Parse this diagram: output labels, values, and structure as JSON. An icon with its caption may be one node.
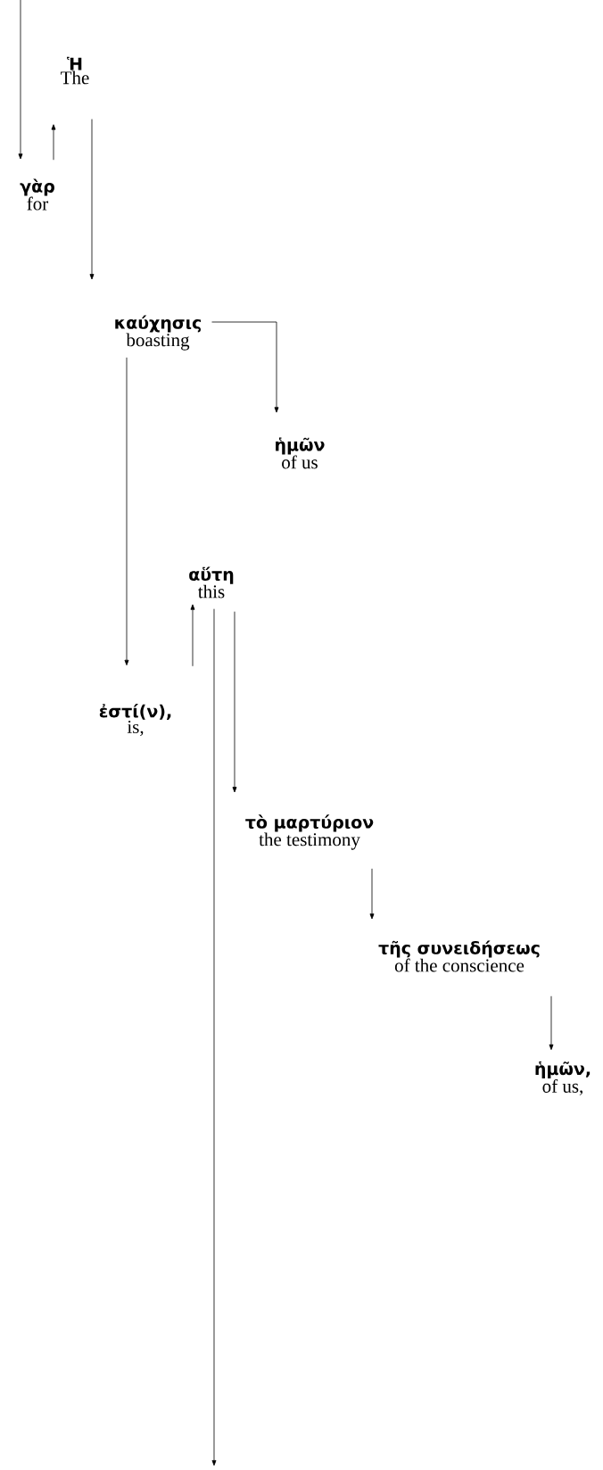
{
  "diagram": {
    "nodes": [
      {
        "text": [
          "Ἡ",
          "The"
        ]
      },
      {
        "text": [
          "γὰρ",
          "for"
        ]
      },
      {
        "text": [
          "καύχησις",
          "boasting"
        ]
      },
      {
        "text": [
          "ἡμῶν",
          "of us"
        ]
      },
      {
        "text": [
          "αὕτη",
          "this"
        ]
      },
      {
        "text": [
          "ἐστί(ν),",
          "is,"
        ]
      },
      {
        "text": [
          "τὸ μαρτύριον",
          "the testimony"
        ]
      },
      {
        "text": [
          "τῆς συνειδήσεως",
          "of the conscience"
        ]
      },
      {
        "text": [
          "ἡμῶν,",
          "of us,"
        ]
      }
    ],
    "edges": [
      {
        "from": null,
        "to": 1,
        "arrow": "to"
      },
      {
        "from": 1,
        "to": 0,
        "arrow": "to"
      },
      {
        "from": 0,
        "to": 2,
        "arrow": "to"
      },
      {
        "from": 2,
        "to": 3,
        "arrow": "to"
      },
      {
        "from": 2,
        "to": 5,
        "arrow": "to"
      },
      {
        "from": 5,
        "to": 4,
        "arrow": "to"
      },
      {
        "from": 4,
        "to": 6,
        "arrow": "to"
      },
      {
        "from": 4,
        "to": null,
        "arrow": "to"
      },
      {
        "from": 6,
        "to": 7,
        "arrow": "to"
      },
      {
        "from": 7,
        "to": 8,
        "arrow": "to"
      }
    ]
  }
}
